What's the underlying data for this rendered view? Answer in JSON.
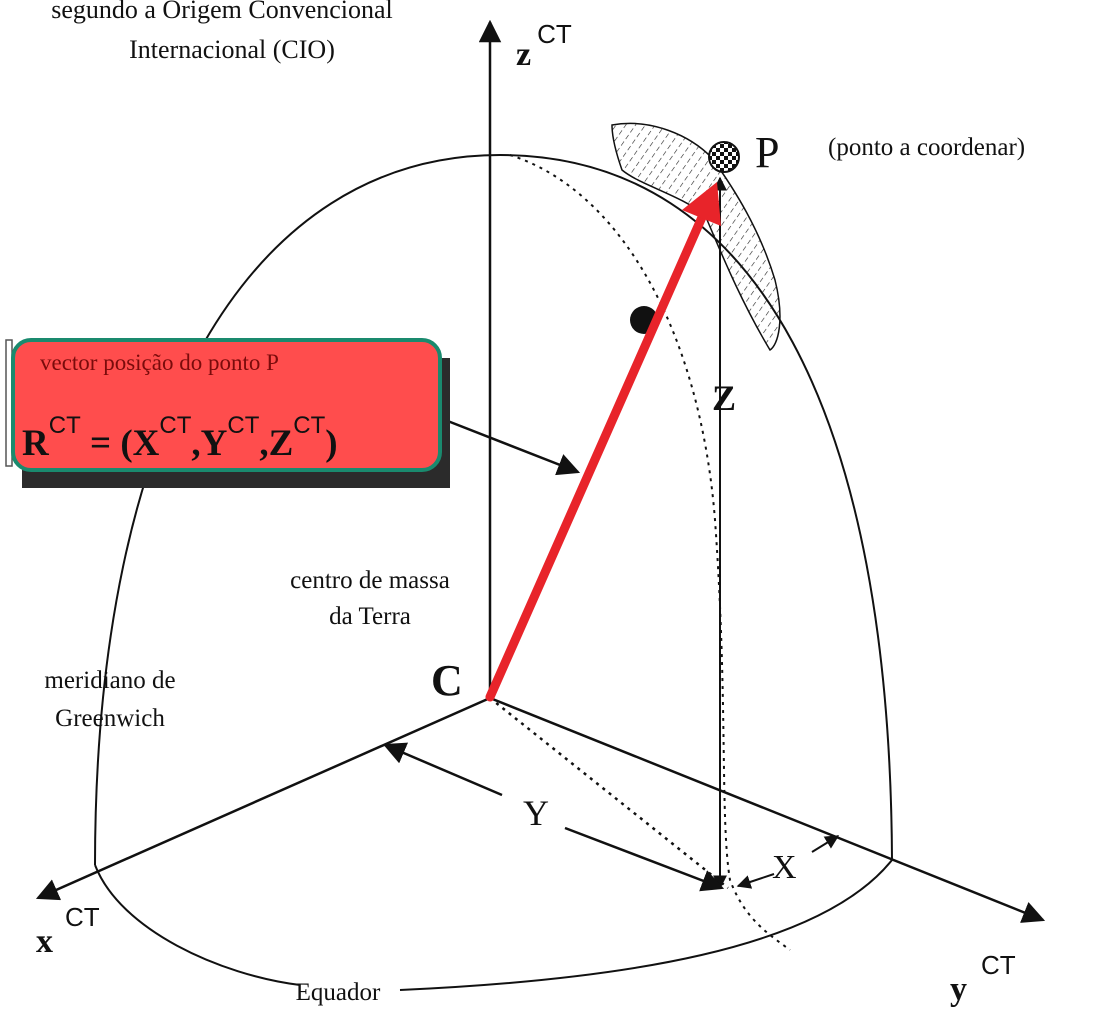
{
  "title_lines": [
    "segundo a Origem Convencional",
    "Internacional (CIO)"
  ],
  "axes": {
    "z": {
      "letter": "z",
      "sup": "CT"
    },
    "x": {
      "letter": "x",
      "sup": "CT"
    },
    "y": {
      "letter": "y",
      "sup": "CT"
    }
  },
  "point": {
    "name": "P",
    "note": "(ponto a coordenar)"
  },
  "center": {
    "name": "C",
    "label_lines": [
      "centro de massa",
      "da Terra"
    ]
  },
  "meridian_lines": [
    "meridiano de",
    "Greenwich"
  ],
  "equator_label": "Equador",
  "component_labels": {
    "Z": "Z",
    "Y": "Y",
    "X": "X"
  },
  "vector_box": {
    "caption": "vector posição do ponto P",
    "R": "R",
    "X": "X",
    "Y": "Y",
    "Z": "Z",
    "CT": "CT"
  },
  "colors": {
    "vector": "#e8242a",
    "box_fill": "#ff4d4d",
    "box_border": "#1a8a6e",
    "box_shadow": "#2b2b2b",
    "ink": "#111111"
  }
}
